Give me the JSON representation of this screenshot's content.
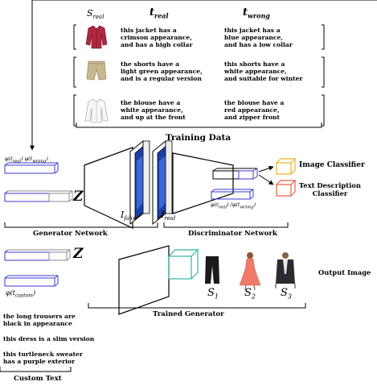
{
  "training": {
    "headers": {
      "s_real": "S",
      "s_real_sub": "real",
      "t_real": "t",
      "t_real_sub": "real",
      "t_wrong": "t",
      "t_wrong_sub": "wrong"
    },
    "rows": [
      {
        "item": "jacket",
        "t_real": "this jacket has a\ncrimson appearance,\nand has a high collar",
        "t_wrong": "this jacket has a\nblue appearance,\nand has a low collar"
      },
      {
        "item": "shorts",
        "t_real": "the shorts have a\nlight green appearance,\nand is a regular version",
        "t_wrong": "this shorts have a\nwhite appearance,\nand suitable for winter"
      },
      {
        "item": "blouse",
        "t_real": "the blouse have a\nwhite appearance,\nand up at the front",
        "t_wrong": "the blouse have a\nred appearance,\nand zipper front"
      }
    ],
    "title": "Training Data"
  },
  "generator": {
    "embed_label": "φ(t",
    "embed_real_sub": "real",
    "embed_wrong_sub": "wrong",
    "z": "Z",
    "title": "Generator Network"
  },
  "images": {
    "fake": "I",
    "fake_sub": "fake",
    "real": "I",
    "real_sub": "real"
  },
  "discriminator": {
    "embed_label": "φ(t",
    "title": "Discriminator Network",
    "classifiers": [
      {
        "label": "Image Classifier",
        "color": "#f0b020"
      },
      {
        "label": "Text Description\nClassifier",
        "color": "#e8603c"
      }
    ]
  },
  "trained": {
    "z": "Z",
    "custom_label": "φ(t",
    "custom_sub": "custom",
    "output_label": "Output Image",
    "outputs": [
      "S",
      "S",
      "S"
    ],
    "output_subs": [
      "1",
      "2",
      "3"
    ],
    "title": "Trained Generator",
    "cube_color": "#2ab8a0"
  },
  "custom_text": {
    "items": [
      "the long trousers are\nblack in appearance",
      "this dress is a slim version",
      "this turtleneck sweater\nhas a purple exterior"
    ],
    "title": "Custom Text"
  },
  "colors": {
    "embed_blue": "#3a3ad0",
    "gray": "#888888"
  }
}
